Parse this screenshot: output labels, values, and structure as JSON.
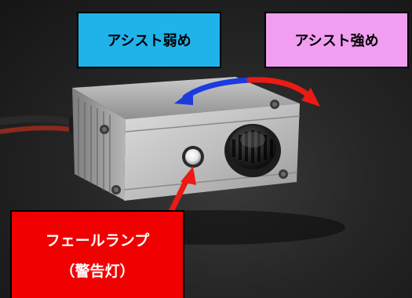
{
  "labels": {
    "assist_weak": "アシスト弱め",
    "assist_strong": "アシスト強め",
    "fail_lamp_line1": "フェールランプ",
    "fail_lamp_line2": "（警告灯）"
  },
  "colors": {
    "weak_box": "#1fb3ea",
    "strong_box": "#f19ef1",
    "warn_box": "#f00000",
    "arrow_blue": "#1b3ae0",
    "arrow_red": "#ec1a14"
  },
  "icons": [
    "rotary-knob",
    "led-lamp",
    "curved-arrow"
  ]
}
